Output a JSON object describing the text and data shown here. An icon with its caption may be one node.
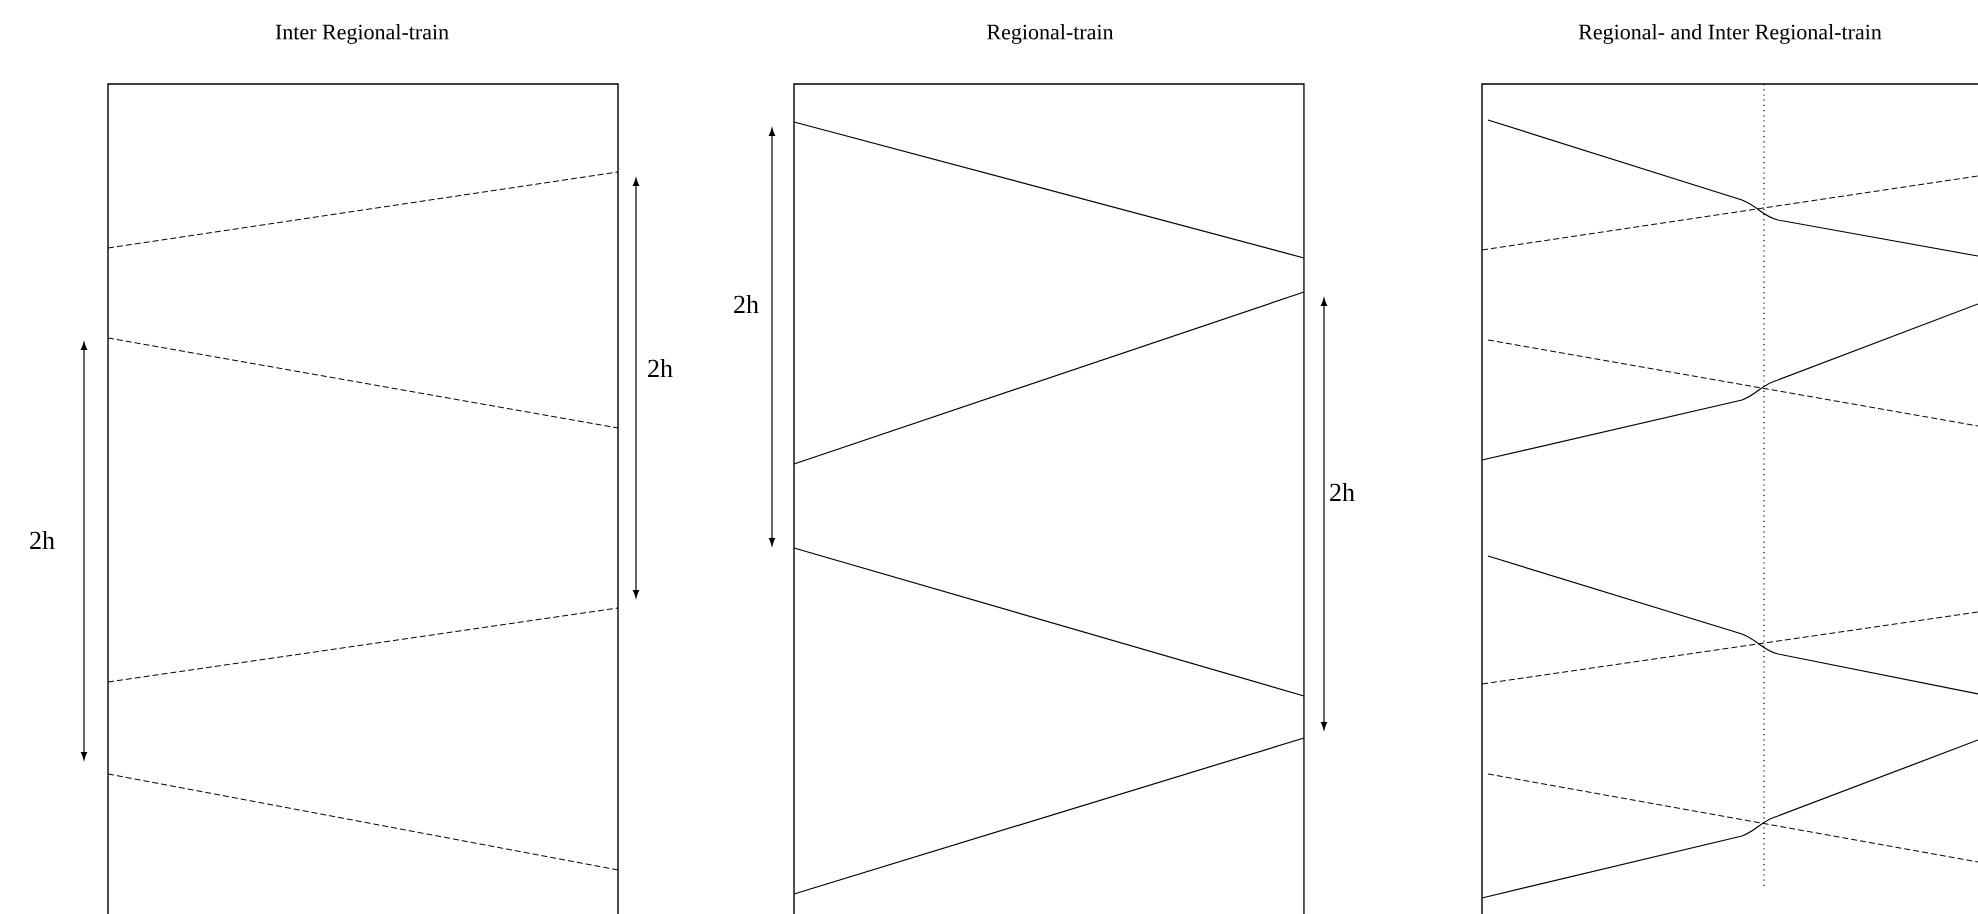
{
  "diagram": {
    "labels": [
      "Inter Regional-train",
      "Regional-train",
      "Regional- and Inter Regional-train",
      "2h",
      "2h",
      "2h",
      "2h"
    ]
  }
}
